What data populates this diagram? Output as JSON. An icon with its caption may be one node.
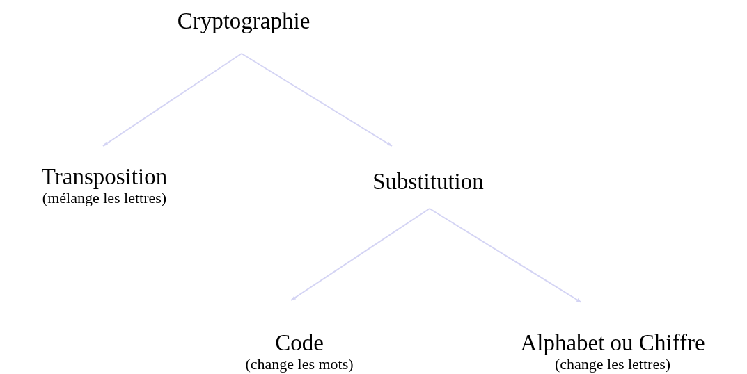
{
  "diagram": {
    "nodes": [
      {
        "text": [
          "Cryptographie"
        ]
      },
      {
        "text": [
          "Transposition",
          "(mélange les lettres)"
        ]
      },
      {
        "text": [
          "Substitution"
        ]
      },
      {
        "text": [
          "Code",
          "(change les mots)"
        ]
      },
      {
        "text": [
          "Alphabet ou Chiffre",
          "(change les lettres)"
        ]
      }
    ],
    "edges": [
      {
        "from": 0,
        "to": 1,
        "arrow": "to"
      },
      {
        "from": 0,
        "to": 2,
        "arrow": "to"
      },
      {
        "from": 2,
        "to": 3,
        "arrow": "to"
      },
      {
        "from": 2,
        "to": 4,
        "arrow": "to"
      }
    ]
  }
}
